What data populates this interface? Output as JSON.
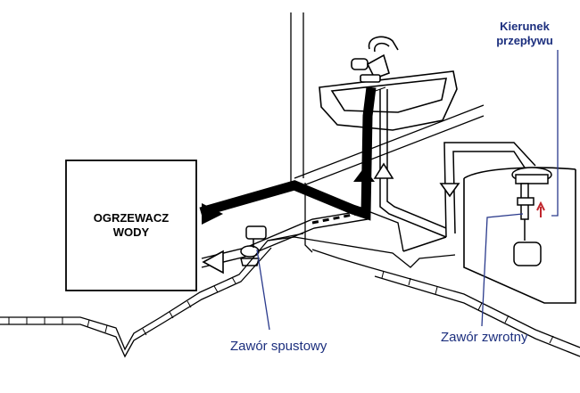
{
  "heater": {
    "line1": "OGRZEWACZ",
    "line2": "WODY"
  },
  "labels": {
    "flow_direction_line1": "Kierunek",
    "flow_direction_line2": "przepływu",
    "drain_valve": "Zawór spustowy",
    "check_valve": "Zawór zwrotny"
  },
  "colors": {
    "label_blue": "#1c2f7e",
    "pointer_line": "#2a3a8c",
    "arrow_red": "#c0262d",
    "line": "#000000"
  }
}
